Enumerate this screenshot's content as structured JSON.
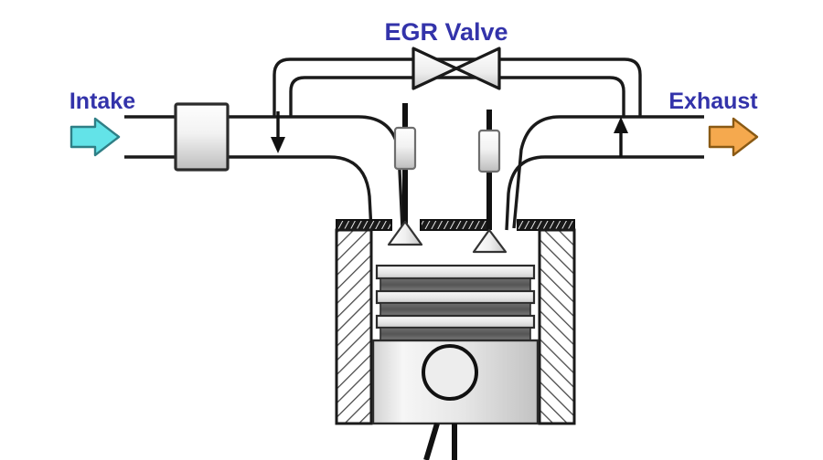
{
  "diagram": {
    "title": "EGR Valve Engine Cylinder Schematic",
    "background_color": "#FFFFFF",
    "labels": {
      "egr_valve": "EGR Valve",
      "intake": "Intake",
      "exhaust": "Exhaust"
    },
    "label_color": "#3333AA",
    "flow_arrows": {
      "intake_arrow": {
        "name": "intake-flow-arrow",
        "direction": "right",
        "fill": "#63E3E8",
        "stroke": "#2F7F86"
      },
      "exhaust_arrow": {
        "name": "exhaust-flow-arrow",
        "direction": "right",
        "fill": "#F5A94E",
        "stroke": "#8A5A14"
      },
      "egr_in_arrow": {
        "name": "egr-down-arrow",
        "direction": "down",
        "fill": "#111111"
      },
      "egr_out_arrow": {
        "name": "egr-up-arrow",
        "direction": "up",
        "fill": "#111111"
      }
    },
    "components": {
      "throttle_body": {
        "name": "throttle-body-box",
        "fill_top": "#FDFDFD",
        "fill_bottom": "#BFBFBF",
        "stroke": "#2B2B2B"
      },
      "egr_valve_symbol": {
        "name": "egr-valve-bowtie",
        "shape": "bowtie",
        "fill": "#F2F2F2",
        "stroke": "#1A1A1A"
      },
      "intake_valve": {
        "name": "intake-poppet-valve",
        "stem_color": "#111111",
        "guide_fill": "#F0F0F0",
        "head_fill": "#EFEFEF"
      },
      "exhaust_valve": {
        "name": "exhaust-poppet-valve",
        "stem_color": "#111111",
        "guide_fill": "#F0F0F0",
        "head_fill": "#EFEFEF"
      },
      "cylinder_wall_left": {
        "name": "cylinder-wall-left",
        "hatch": "diagonal",
        "stroke": "#1A1A1A"
      },
      "cylinder_wall_right": {
        "name": "cylinder-wall-right",
        "hatch": "diagonal",
        "stroke": "#1A1A1A"
      },
      "head_gasket": {
        "name": "head-gasket-strip",
        "hatch": "fine-diagonal",
        "fill": "#111111"
      },
      "piston": {
        "name": "piston-body",
        "fill_light": "#F4F4F4",
        "fill_mid": "#C8C8C8",
        "ring_color": "#5A5A5A",
        "ring_count": 3
      },
      "wrist_pin": {
        "name": "wrist-pin-circle",
        "fill": "#EDEDED",
        "stroke": "#111111"
      },
      "connecting_rod": {
        "name": "connecting-rod",
        "stroke": "#111111"
      },
      "egr_pipe": {
        "name": "egr-recirculation-pipe",
        "stroke": "#1A1A1A",
        "line_count": 2
      },
      "intake_duct": {
        "name": "intake-duct",
        "stroke": "#1A1A1A"
      },
      "exhaust_duct": {
        "name": "exhaust-duct",
        "stroke": "#1A1A1A"
      }
    }
  }
}
